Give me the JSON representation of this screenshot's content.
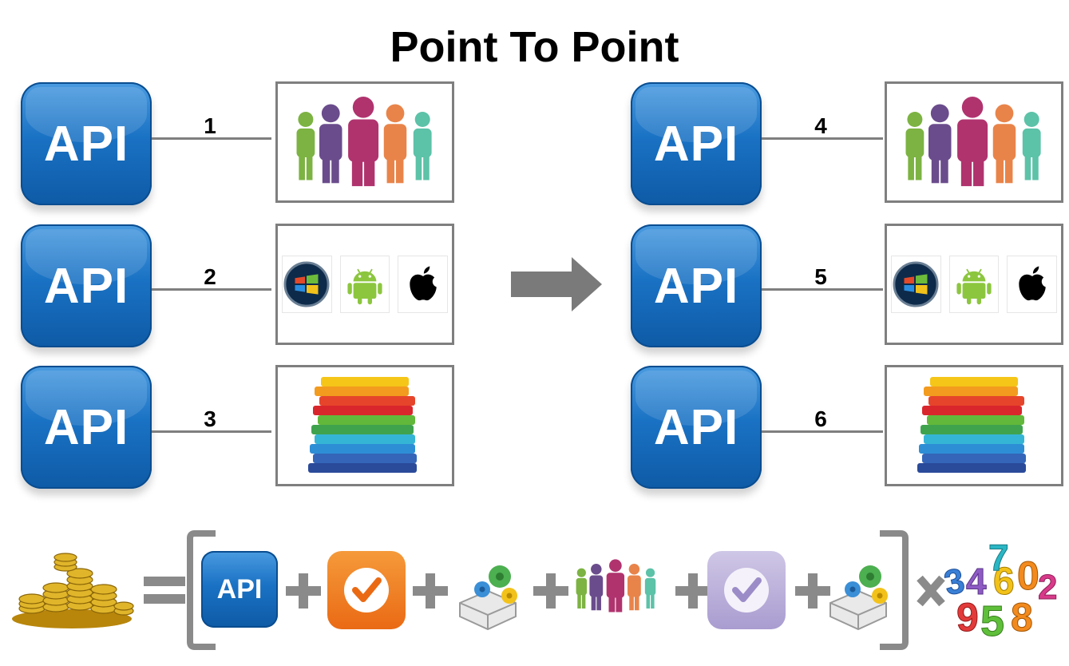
{
  "title": "Point To Point",
  "api_label": "API",
  "connections_left": [
    "1",
    "2",
    "3"
  ],
  "connections_right": [
    "4",
    "5",
    "6"
  ],
  "formula": {
    "api_label": "API",
    "numbers_glyphs": [
      "3",
      "4",
      "6",
      "0",
      "2",
      "7",
      "9",
      "5",
      "8"
    ]
  },
  "colors": {
    "api_blue": "#1a72c4",
    "connector_gray": "#7f7f7f",
    "arrow_gray": "#7a7a7a",
    "operator_gray": "#8a8a8a"
  }
}
